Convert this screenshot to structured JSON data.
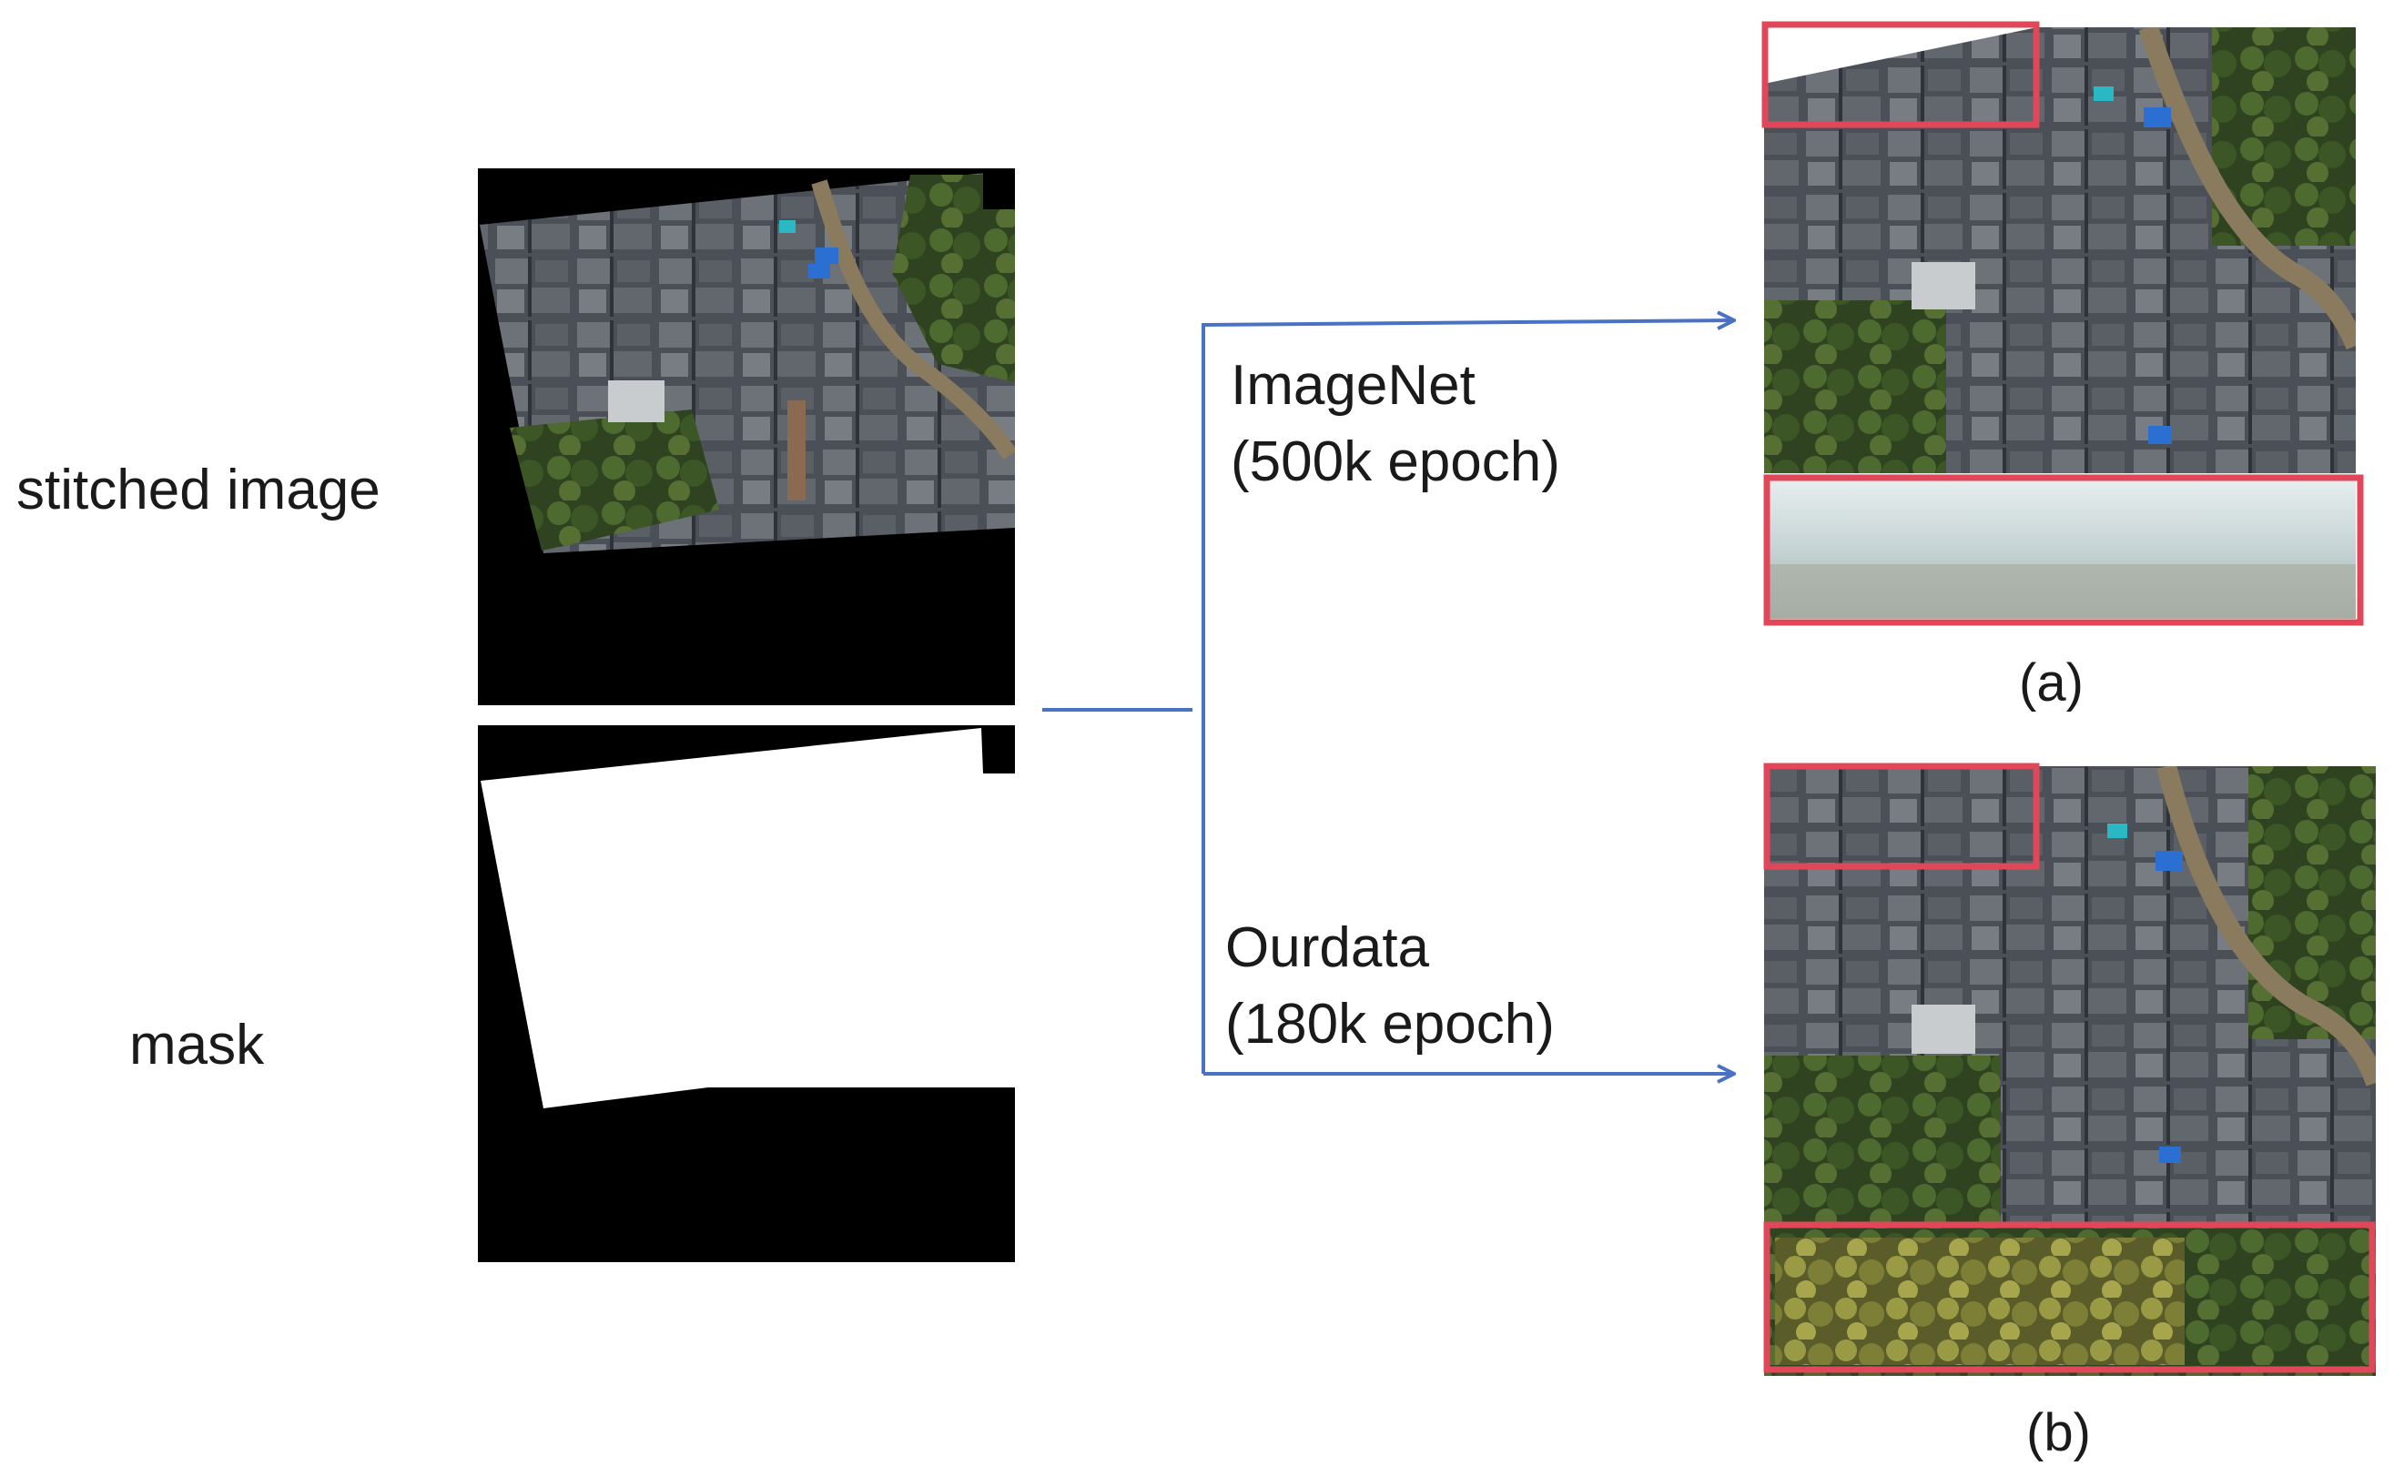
{
  "rows": {
    "stitched_label": "stitched image",
    "mask_label": "mask"
  },
  "branches": {
    "top": {
      "dataset": "ImageNet",
      "epochs": "(500k epoch)",
      "caption": "(a)"
    },
    "bottom": {
      "dataset": "Ourdata",
      "epochs": "(180k epoch)",
      "caption": "(b)"
    }
  },
  "colors": {
    "arrow": "#4a72c4",
    "highlight_box": "#e0485a",
    "canvas_black": "#000000",
    "mask_white": "#ffffff",
    "roof_gray": "#5f646b",
    "vegetation_green": "#3f5a2a",
    "bamboo_yellow": "#8a8a3a",
    "tarp_blue": "#2a6fd1",
    "road_tan": "#8a7a5e",
    "glare_white": "#d7e1e3"
  }
}
